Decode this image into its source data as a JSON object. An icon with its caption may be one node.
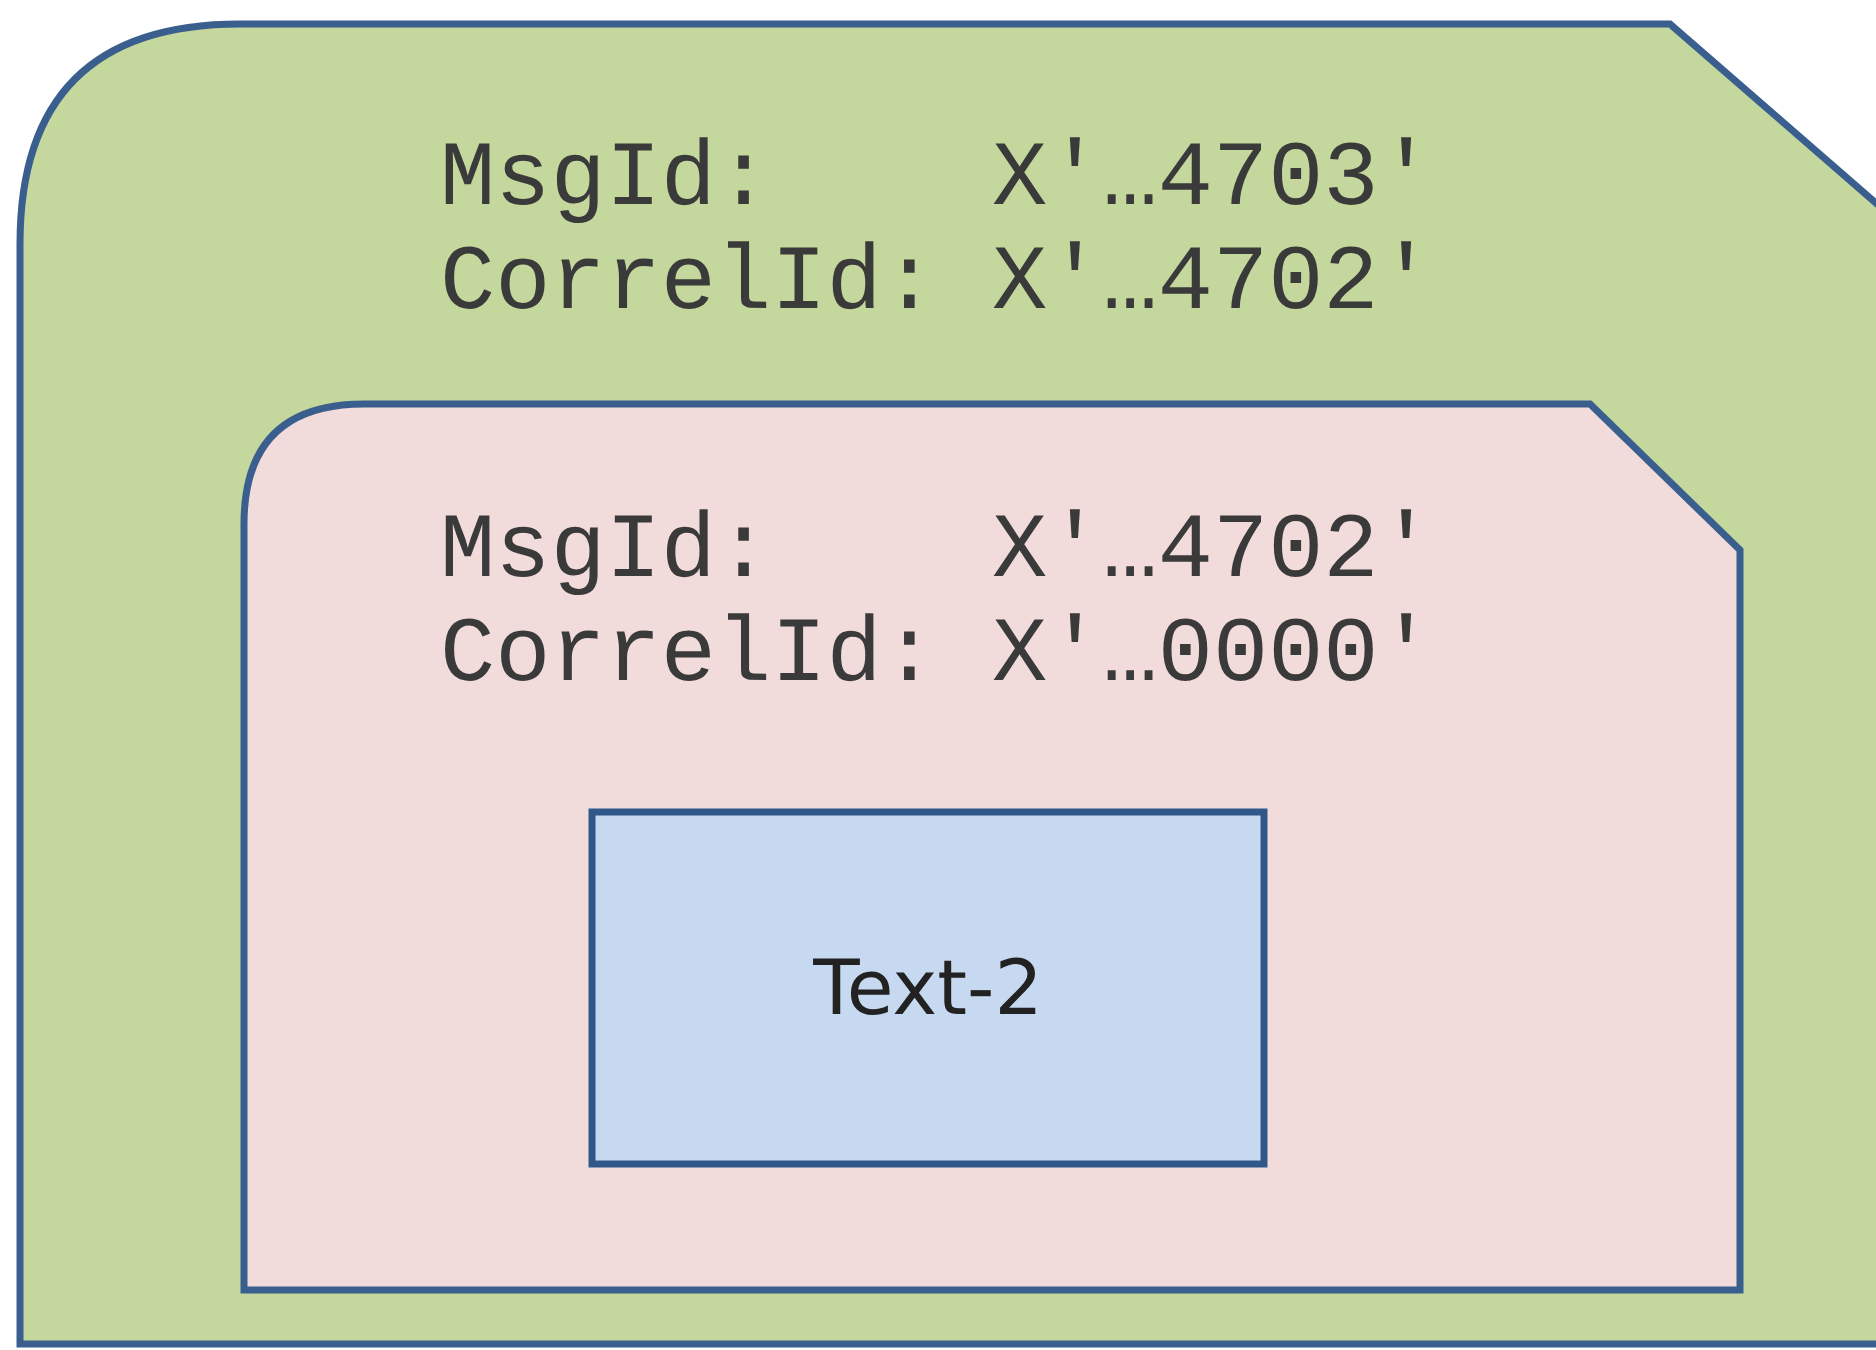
{
  "diagram": {
    "nodes": [
      {
        "text": [
          "MsgId:    X'…4703'",
          "CorrelId: X'…4702'"
        ]
      },
      {
        "text": [
          "MsgId:    X'…4702'",
          "CorrelId: X'…0000'"
        ],
        "in": 0
      },
      {
        "text": [
          "Text-2"
        ],
        "in": 1
      }
    ]
  }
}
